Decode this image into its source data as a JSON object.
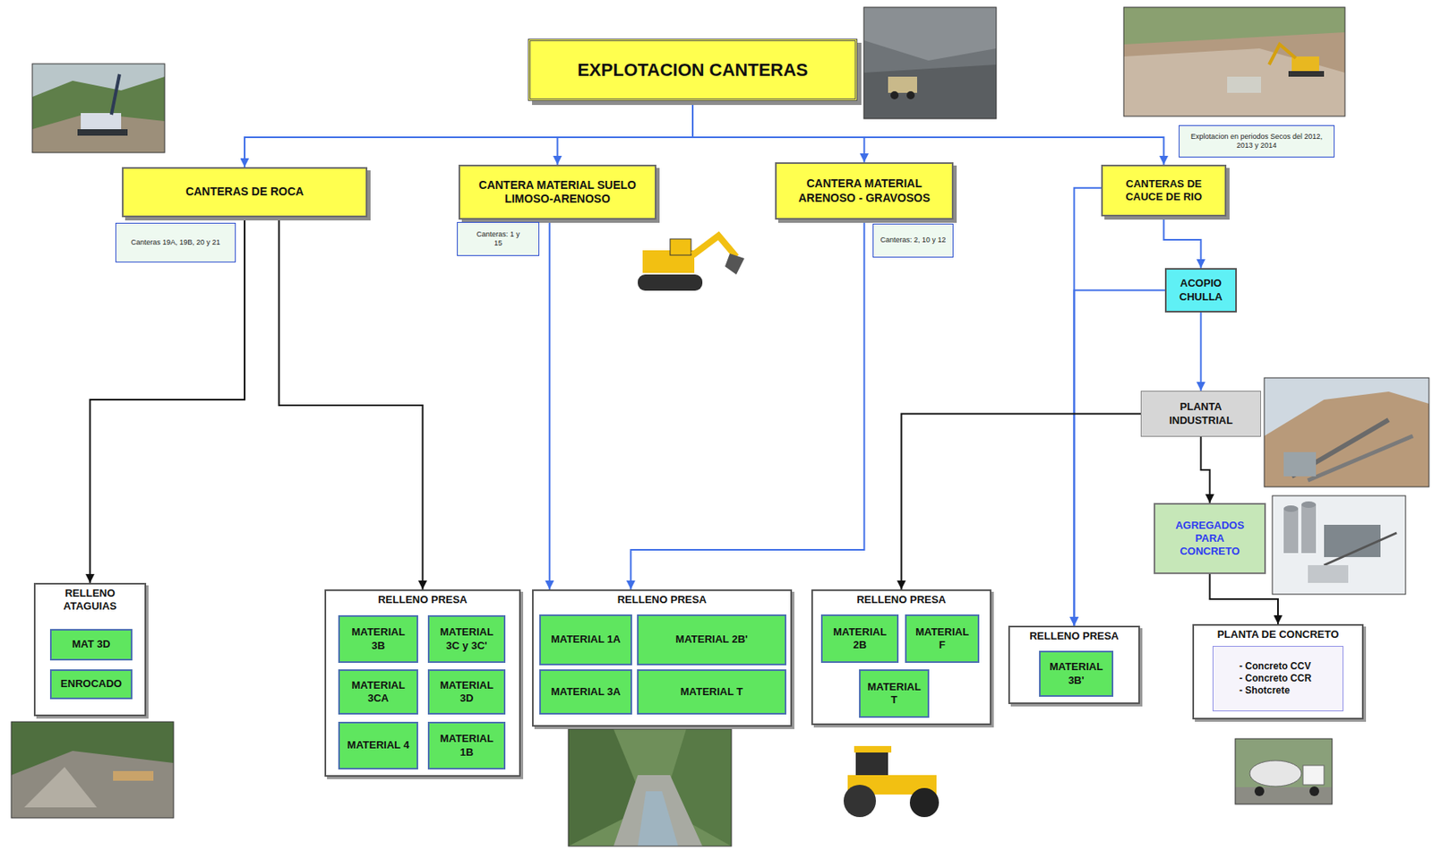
{
  "diagram": {
    "nodes": [
      {
        "text": [
          "EXPLOTACION CANTERAS"
        ]
      },
      {
        "text": [
          "CANTERAS DE ROCA"
        ]
      },
      {
        "text": [
          "CANTERA MATERIAL SUELO LIMOSO-ARENOSO"
        ]
      },
      {
        "text": [
          "CANTERA MATERIAL ARENOSO - GRAVOSOS"
        ]
      },
      {
        "text": [
          "CANTERAS DE CAUCE DE RIO"
        ]
      },
      {
        "text": [
          "Explotacion en periodos Secos del 2012, 2013 y 2014"
        ]
      },
      {
        "text": [
          "Canteras 19A, 19B, 20 y 21"
        ]
      },
      {
        "text": [
          "Canteras: 1 y 15"
        ]
      },
      {
        "text": [
          "Canteras: 2, 10 y 12"
        ]
      },
      {
        "text": [
          "ACOPIO CHULLA"
        ]
      },
      {
        "text": [
          "PLANTA INDUSTRIAL"
        ]
      },
      {
        "text": [
          "AGREGADOS PARA CONCRETO"
        ]
      },
      {
        "text": [
          "RELLENO ATAGUIAS"
        ]
      },
      {
        "text": [
          "MAT 3D"
        ],
        "in": 12
      },
      {
        "text": [
          "ENROCADO"
        ],
        "in": 12
      },
      {
        "text": [
          "RELLENO PRESA"
        ]
      },
      {
        "text": [
          "MATERIAL 3B"
        ],
        "in": 15
      },
      {
        "text": [
          "MATERIAL 3C y 3C'"
        ],
        "in": 15
      },
      {
        "text": [
          "MATERIAL 3CA"
        ],
        "in": 15
      },
      {
        "text": [
          "MATERIAL 3D"
        ],
        "in": 15
      },
      {
        "text": [
          "MATERIAL 4"
        ],
        "in": 15
      },
      {
        "text": [
          "MATERIAL 1B"
        ],
        "in": 15
      },
      {
        "text": [
          "RELLENO PRESA"
        ]
      },
      {
        "text": [
          "MATERIAL 1A"
        ],
        "in": 22
      },
      {
        "text": [
          "MATERIAL 2B'"
        ],
        "in": 22
      },
      {
        "text": [
          "MATERIAL 3A"
        ],
        "in": 22
      },
      {
        "text": [
          "MATERIAL T"
        ],
        "in": 22
      },
      {
        "text": [
          "RELLENO PRESA"
        ]
      },
      {
        "text": [
          "MATERIAL 2B"
        ],
        "in": 27
      },
      {
        "text": [
          "MATERIAL F"
        ],
        "in": 27
      },
      {
        "text": [
          "MATERIAL T"
        ],
        "in": 27
      },
      {
        "text": [
          "RELLENO PRESA"
        ]
      },
      {
        "text": [
          "MATERIAL 3B'"
        ],
        "in": 31
      },
      {
        "text": [
          "PLANTA DE CONCRETO"
        ]
      },
      {
        "text": [
          "- Concreto CCV",
          "- Concreto CCR",
          "- Shotcrete"
        ],
        "in": 33
      }
    ],
    "edges": [
      {
        "from": 0,
        "to": 1,
        "arrow": "to"
      },
      {
        "from": 0,
        "to": 2,
        "arrow": "to"
      },
      {
        "from": 0,
        "to": 3,
        "arrow": "to"
      },
      {
        "from": 0,
        "to": 4,
        "arrow": "to"
      },
      {
        "from": 1,
        "to": 12,
        "arrow": "to"
      },
      {
        "from": 1,
        "to": 15,
        "arrow": "to"
      },
      {
        "from": 2,
        "to": 22,
        "arrow": "to"
      },
      {
        "from": 3,
        "to": 22,
        "arrow": "to"
      },
      {
        "from": 4,
        "to": 9,
        "arrow": "to"
      },
      {
        "from": 9,
        "to": 10,
        "arrow": "to"
      },
      {
        "from": 4,
        "to": 31,
        "arrow": "to"
      },
      {
        "from": 9,
        "to": 31,
        "arrow": "to"
      },
      {
        "from": 10,
        "to": 27,
        "arrow": "to"
      },
      {
        "from": 10,
        "to": 11,
        "arrow": "to"
      },
      {
        "from": 11,
        "to": 33,
        "arrow": "to"
      }
    ]
  }
}
